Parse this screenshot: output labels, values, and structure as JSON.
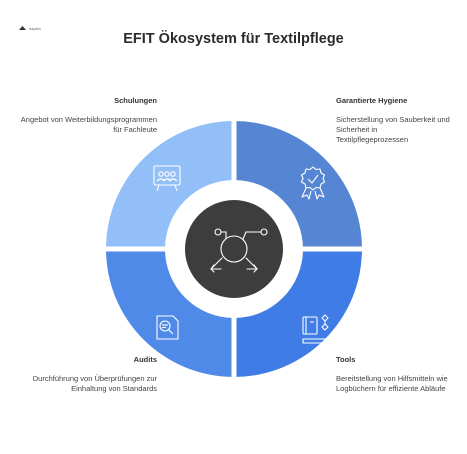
{
  "header": {
    "title": "EFIT Ökosystem für Textilpflege",
    "logo_text": "napkin"
  },
  "colors": {
    "schulungen": "#93bff8",
    "hygiene": "#5585d3",
    "audits": "#4f8ae8",
    "tools": "#3f7ce6",
    "center": "#3d3d3d",
    "background": "#ffffff"
  },
  "segments": [
    {
      "id": "schulungen",
      "title": "Schulungen",
      "description": "Angebot von Weiterbildungsprogrammen für Fachleute",
      "icon": "presentation-group-icon"
    },
    {
      "id": "hygiene",
      "title": "Garantierte Hygiene",
      "description": "Sicherstellung von Sauberkeit und Sicherheit in Textilpflegeprozessen",
      "icon": "award-badge-icon"
    },
    {
      "id": "audits",
      "title": "Audits",
      "description": "Durchführung von Überprüfungen zur Einhaltung von Standards",
      "icon": "document-search-icon"
    },
    {
      "id": "tools",
      "title": "Tools",
      "description": "Bereitstellung von Hilfsmitteln wie Logbüchern für effiziente Abläufe",
      "icon": "logbook-pen-icon"
    }
  ],
  "center": {
    "icon": "hub-network-icon"
  }
}
